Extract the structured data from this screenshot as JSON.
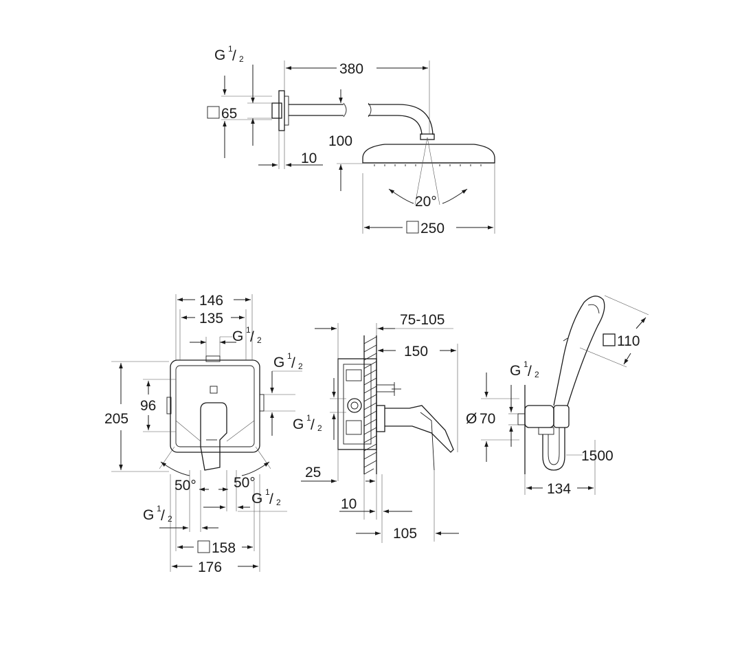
{
  "dims": {
    "d380": "380",
    "d65": "65",
    "d100": "100",
    "d10_top": "10",
    "d20deg": "20°",
    "d250": "250",
    "d146": "146",
    "d135": "135",
    "d205": "205",
    "d96": "96",
    "d50a": "50°",
    "d50b": "50°",
    "d158": "158",
    "d176": "176",
    "d75_105": "75-105",
    "d150": "150",
    "d25": "25",
    "d10_mid": "10",
    "d105": "105",
    "d110": "110",
    "d70": "70",
    "d1500": "1500",
    "d134": "134"
  },
  "thread": {
    "g": "G",
    "num": "1",
    "slash": "/",
    "den": "2"
  },
  "symbols": {
    "diameter": "Ø"
  }
}
